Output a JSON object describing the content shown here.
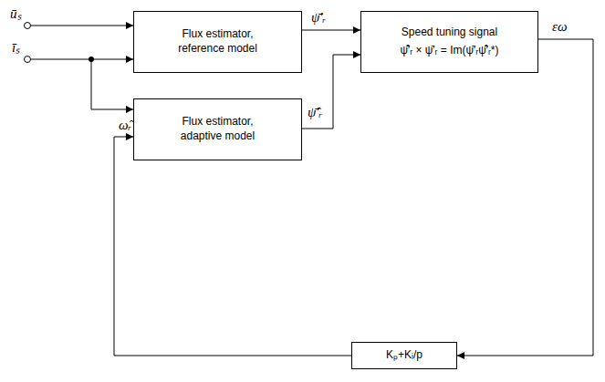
{
  "diagram": {
    "nodes": [
      {
        "text": [
          "Flux estimator, reference model"
        ]
      },
      {
        "text": [
          "Flux estimator, adaptive model"
        ]
      },
      {
        "text": [
          "Speed tuning signal",
          "ψ̄̂′ᵣ × ψ̄′ᵣ = Im(ψ̄′ᵣψ̄̂′ᵣ*)"
        ]
      },
      {
        "text": [
          "Kₚ+Kᵢ/p"
        ]
      }
    ],
    "edges": [
      {
        "from": 0,
        "to": 2,
        "arrow": "to",
        "label": "ψ̄′ᵣ"
      },
      {
        "from": 1,
        "to": 2,
        "arrow": "to",
        "label": "ψ̄̂′ᵣ"
      },
      {
        "from": 2,
        "to": 3,
        "arrow": "to",
        "label": "εω"
      },
      {
        "from": 3,
        "to": 1,
        "arrow": "to",
        "label": "ω̂ᵣ"
      }
    ],
    "labels": [
      "ūₛ",
      "īₛ"
    ]
  }
}
